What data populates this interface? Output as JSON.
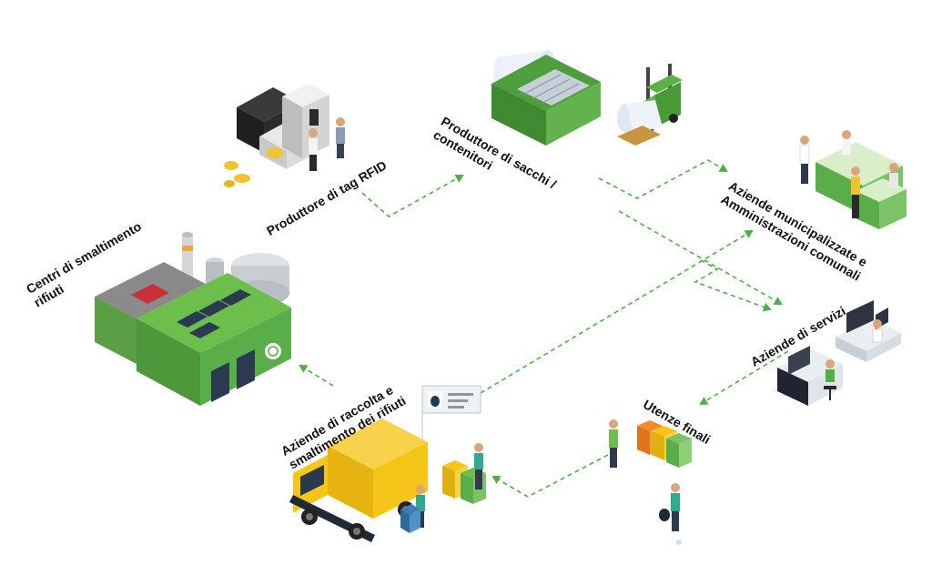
{
  "nodes": {
    "rfid_producer": {
      "lines": [
        "Produttore di tag RFID"
      ]
    },
    "bag_producer": {
      "lines": [
        "Produttore di sacchi /",
        "contenitori"
      ]
    },
    "municipal": {
      "lines": [
        "Aziende municipalizzate e",
        "Amministrazioni comunali"
      ]
    },
    "services": {
      "lines": [
        "Aziende di servizi"
      ]
    },
    "end_users": {
      "lines": [
        "Utenze finali"
      ]
    },
    "collection": {
      "lines": [
        "Aziende di raccolta e",
        "smaltimento dei rifiuti"
      ]
    },
    "disposal_centers": {
      "lines": [
        "Centri di smaltimento",
        "rifiuti"
      ]
    }
  },
  "colors": {
    "accent_green": "#6cbf4a",
    "arrow_green": "#4fae46",
    "truck_yellow": "#f5c518",
    "building_green": "#5aae4a"
  },
  "icons": {
    "rfid_producer": "rfid-printer-machines-icon",
    "bag_producer": "bag-roll-machine-forklift-icon",
    "municipal": "office-desks-staff-icon",
    "services": "computer-workstations-icon",
    "end_users": "sorting-bins-people-icon",
    "collection": "garbage-truck-workers-icon",
    "disposal_centers": "recycling-plant-icon",
    "info_card": "trash-bag-info-card-icon"
  }
}
